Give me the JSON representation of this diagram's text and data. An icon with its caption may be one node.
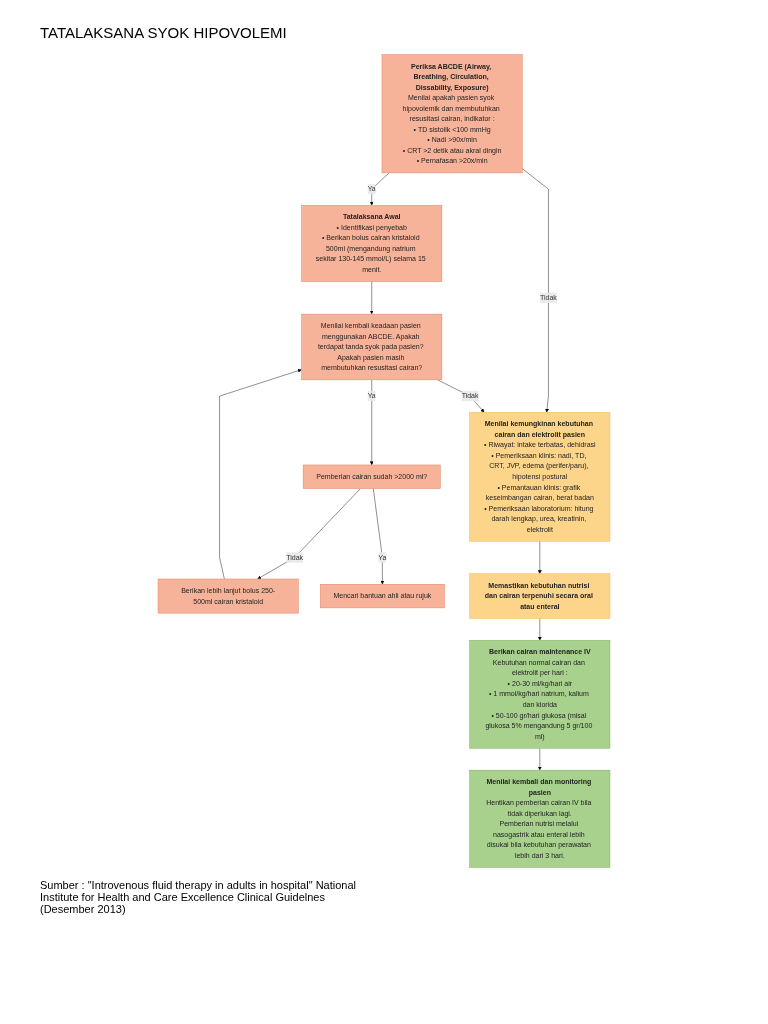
{
  "diagram": {
    "title": "TATALAKSANA SYOK HIPOVOLEMI",
    "caption": "Sumber : \"Introvenous fluid therapy in adults in hospital\" National Institute for Health and Care Excellence Clinical Guidelnes (Desember 2013)",
    "nodes": [
      {
        "text": [
          "Periksa ABCDE (Airway, Breathing, Circulation, Dissability, Exposure)",
          "Menilai apakah pasien syok hipovolemik dan membutuhkan resusitasi cairan, indikator :",
          "• TD sistolik <100 mmHg",
          "• Nadi >90x/min",
          "• CRT >2 detik atau akral dingin",
          "• Pernafasan >20x/min"
        ]
      },
      {
        "text": [
          "Tatalaksana Awal",
          "• Identifikasi penyebab",
          "• Berikan bolus cairan kristaloid 500ml (mengandung natrium sekitar 130-145 mmol/L) selama 15 menit."
        ]
      },
      {
        "text": [
          "Menilai kembali keadaan pasien menggunakan ABCDE. Apakah terdapat tanda syok pada pasien? Apakah pasien masih membutuhkan resusitasi cairan?"
        ]
      },
      {
        "text": [
          "Pemberian cairan sudah >2000 ml?"
        ]
      },
      {
        "text": [
          "Berikan lebih lanjut bolus 250-500ml cairan kristaloid"
        ]
      },
      {
        "text": [
          "Mencari bantuan ahli atau rujuk"
        ]
      },
      {
        "text": [
          "Menilai kemungkinan kebutuhan cairan dan elektrolit pasien",
          "• Riwayat: intake terbatas, dehidrasi",
          "• Pemeriksaan klinis: nadi, TD, CRT, JVP, edema (perifer/paru), hipotensi postural",
          "• Pemantauan klinis: grafik keseimbangan cairan, berat badan",
          "• Pemeriksaan laboratorium: hitung darah lengkap, urea, kreatinin, elektrolit"
        ]
      },
      {
        "text": [
          "Memastikan kebutuhan nutrisi dan cairan terpenuhi secara oral atau enteral"
        ]
      },
      {
        "text": [
          "Berikan cairan maintenance IV",
          "Kebutuhan normal cairan dan elektrolit per hari :",
          "• 20-30 ml/kg/hari air",
          "• 1 mmol/kg/hari natrium, kalium dan klorida",
          "• 50-100 gr/hari glukosa (misal glukosa 5% mengandung 5 gr/100 ml)"
        ]
      },
      {
        "text": [
          "Menilai kembali dan monitoring pasien",
          "Hentikan pemberian cairan IV bila tidak diperlukan lagi.",
          "Pemberian nutrisi melalui nasogastrik atau enteral lebih disukai bila kebutuhan perawatan lebih dari 3 hari."
        ]
      }
    ],
    "edges": [
      {
        "from": 0,
        "to": 1,
        "arrow": "to",
        "label": "Ya"
      },
      {
        "from": 0,
        "to": 6,
        "arrow": "to",
        "label": "Tidak"
      },
      {
        "from": 1,
        "to": 2,
        "arrow": "to"
      },
      {
        "from": 2,
        "to": 3,
        "arrow": "to",
        "label": "Ya"
      },
      {
        "from": 2,
        "to": 6,
        "arrow": "to",
        "label": "Tidak"
      },
      {
        "from": 3,
        "to": 4,
        "arrow": "to",
        "label": "Tidak"
      },
      {
        "from": 3,
        "to": 5,
        "arrow": "to",
        "label": "Ya"
      },
      {
        "from": 4,
        "to": 2,
        "arrow": "to"
      },
      {
        "from": 6,
        "to": 7,
        "arrow": "to"
      },
      {
        "from": 7,
        "to": 8,
        "arrow": "to"
      },
      {
        "from": 8,
        "to": 9,
        "arrow": "to"
      }
    ]
  }
}
